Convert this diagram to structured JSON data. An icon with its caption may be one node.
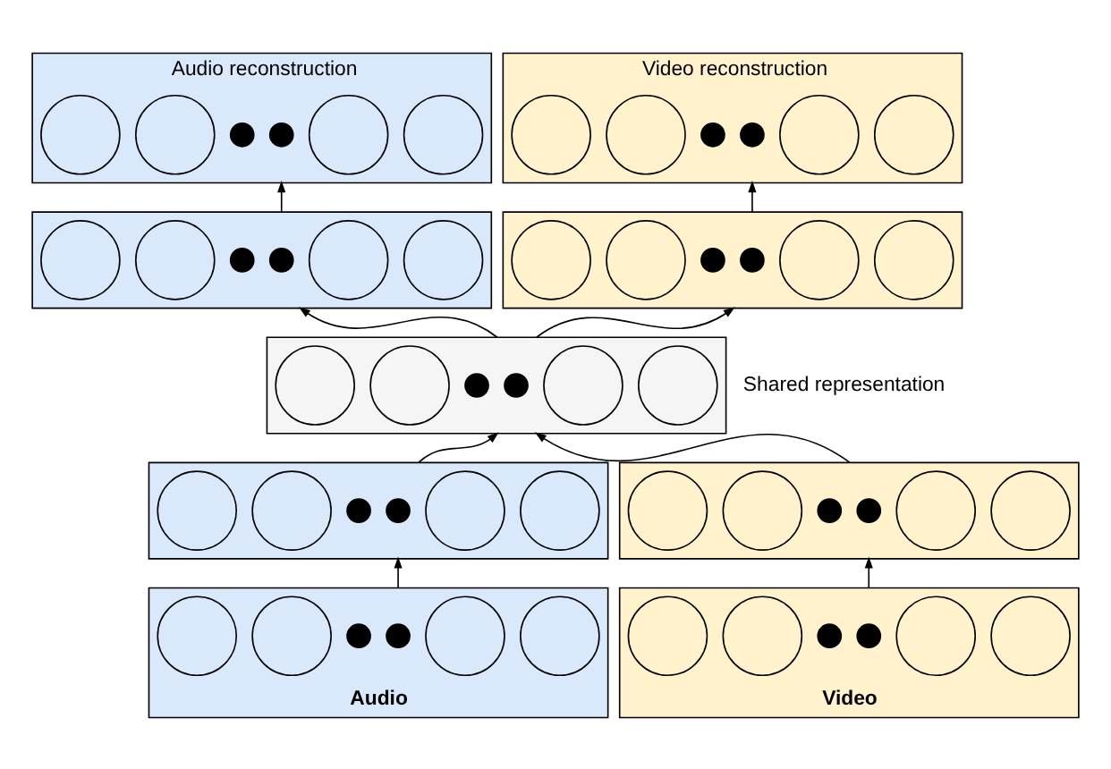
{
  "diagram": {
    "nodes": [
      {
        "text": [
          "Audio reconstruction"
        ]
      },
      {
        "text": [],
        "shape": "circle",
        "in": 0
      },
      {
        "text": [],
        "shape": "circle",
        "in": 0
      },
      {
        "text": [],
        "shape": "dot",
        "in": 0
      },
      {
        "text": [],
        "shape": "dot",
        "in": 0
      },
      {
        "text": [],
        "shape": "circle",
        "in": 0
      },
      {
        "text": [],
        "shape": "circle",
        "in": 0
      },
      {
        "text": [
          "Video reconstruction"
        ]
      },
      {
        "text": [],
        "shape": "circle",
        "in": 7
      },
      {
        "text": [],
        "shape": "circle",
        "in": 7
      },
      {
        "text": [],
        "shape": "dot",
        "in": 7
      },
      {
        "text": [],
        "shape": "dot",
        "in": 7
      },
      {
        "text": [],
        "shape": "circle",
        "in": 7
      },
      {
        "text": [],
        "shape": "circle",
        "in": 7
      },
      {
        "text": [],
        "shape": "bar"
      },
      {
        "text": [],
        "shape": "circle",
        "in": 14
      },
      {
        "text": [],
        "shape": "circle",
        "in": 14
      },
      {
        "text": [],
        "shape": "dot",
        "in": 14
      },
      {
        "text": [],
        "shape": "dot",
        "in": 14
      },
      {
        "text": [],
        "shape": "circle",
        "in": 14
      },
      {
        "text": [],
        "shape": "circle",
        "in": 14
      },
      {
        "text": [],
        "shape": "bar"
      },
      {
        "text": [],
        "shape": "circle",
        "in": 21
      },
      {
        "text": [],
        "shape": "circle",
        "in": 21
      },
      {
        "text": [],
        "shape": "dot",
        "in": 21
      },
      {
        "text": [],
        "shape": "dot",
        "in": 21
      },
      {
        "text": [],
        "shape": "circle",
        "in": 21
      },
      {
        "text": [],
        "shape": "circle",
        "in": 21
      },
      {
        "text": [],
        "shape": "bar",
        "beside": [
          "Shared representation"
        ]
      },
      {
        "text": [],
        "shape": "circle",
        "in": 28
      },
      {
        "text": [],
        "shape": "circle",
        "in": 28
      },
      {
        "text": [],
        "shape": "dot",
        "in": 28
      },
      {
        "text": [],
        "shape": "dot",
        "in": 28
      },
      {
        "text": [],
        "shape": "circle",
        "in": 28
      },
      {
        "text": [],
        "shape": "circle",
        "in": 28
      },
      {
        "text": [],
        "shape": "bar"
      },
      {
        "text": [],
        "shape": "circle",
        "in": 35
      },
      {
        "text": [],
        "shape": "circle",
        "in": 35
      },
      {
        "text": [],
        "shape": "dot",
        "in": 35
      },
      {
        "text": [],
        "shape": "dot",
        "in": 35
      },
      {
        "text": [],
        "shape": "circle",
        "in": 35
      },
      {
        "text": [],
        "shape": "circle",
        "in": 35
      },
      {
        "text": [],
        "shape": "bar"
      },
      {
        "text": [],
        "shape": "circle",
        "in": 42
      },
      {
        "text": [],
        "shape": "circle",
        "in": 42
      },
      {
        "text": [],
        "shape": "dot",
        "in": 42
      },
      {
        "text": [],
        "shape": "dot",
        "in": 42
      },
      {
        "text": [],
        "shape": "circle",
        "in": 42
      },
      {
        "text": [],
        "shape": "circle",
        "in": 42
      },
      {
        "text": [
          "Audio"
        ]
      },
      {
        "text": [],
        "shape": "circle",
        "in": 49
      },
      {
        "text": [],
        "shape": "circle",
        "in": 49
      },
      {
        "text": [],
        "shape": "dot",
        "in": 49
      },
      {
        "text": [],
        "shape": "dot",
        "in": 49
      },
      {
        "text": [],
        "shape": "circle",
        "in": 49
      },
      {
        "text": [],
        "shape": "circle",
        "in": 49
      },
      {
        "text": [
          "Video"
        ]
      },
      {
        "text": [],
        "shape": "circle",
        "in": 56
      },
      {
        "text": [],
        "shape": "circle",
        "in": 56
      },
      {
        "text": [],
        "shape": "dot",
        "in": 56
      },
      {
        "text": [],
        "shape": "dot",
        "in": 56
      },
      {
        "text": [],
        "shape": "circle",
        "in": 56
      },
      {
        "text": [],
        "shape": "circle",
        "in": 56
      }
    ],
    "edges": [
      {
        "from": 49,
        "to": 35,
        "arrow": "to"
      },
      {
        "from": 56,
        "to": 42,
        "arrow": "to"
      },
      {
        "from": 35,
        "to": 28,
        "arrow": "to"
      },
      {
        "from": 42,
        "to": 28,
        "arrow": "to"
      },
      {
        "from": 28,
        "to": 14,
        "arrow": "to"
      },
      {
        "from": 28,
        "to": 21,
        "arrow": "to"
      },
      {
        "from": 14,
        "to": 0,
        "arrow": "to"
      },
      {
        "from": 21,
        "to": 7,
        "arrow": "to"
      }
    ]
  }
}
